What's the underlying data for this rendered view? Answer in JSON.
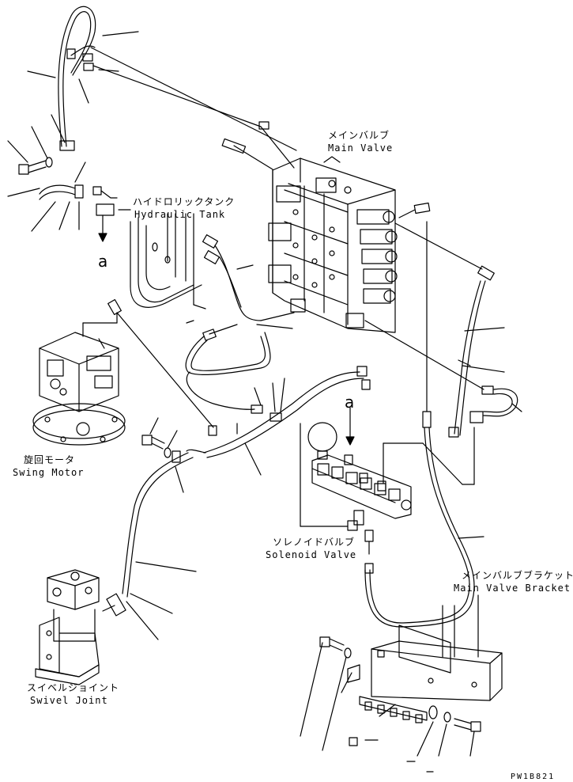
{
  "labels": {
    "main_valve_jp": "メインバルブ",
    "main_valve_en": "Main Valve",
    "hydraulic_tank_jp": "ハイドロリックタンク",
    "hydraulic_tank_en": "Hydraulic Tank",
    "swing_motor_jp": "旋回モータ",
    "swing_motor_en": "Swing Motor",
    "solenoid_valve_jp": "ソレノイドバルブ",
    "solenoid_valve_en": "Solenoid Valve",
    "main_valve_bracket_jp": "メインバルブブラケット",
    "main_valve_bracket_en": "Main Valve Bracket",
    "swivel_joint_jp": "スイベルジョイント",
    "swivel_joint_en": "Swivel Joint",
    "view_letter_left": "a",
    "view_letter_right": "a",
    "figure_code": "PW1B821"
  },
  "colors": {
    "line": "#000000",
    "paper": "#ffffff"
  }
}
